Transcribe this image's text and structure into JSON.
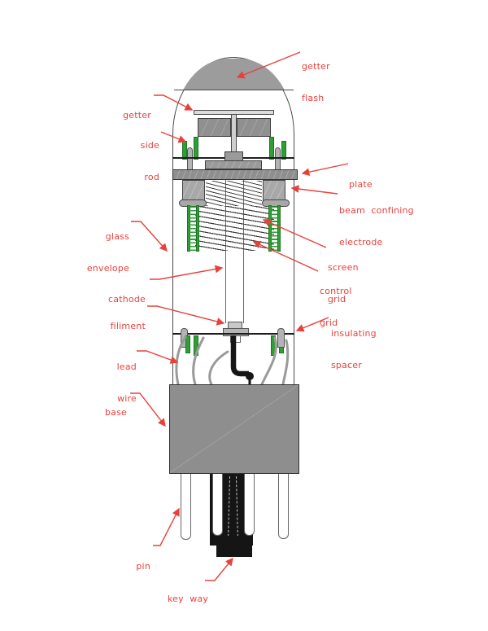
{
  "diagram": {
    "subject": "vacuum tube cutaway",
    "colors": {
      "accent_red": "#e8413c",
      "grid_green": "#2f9e35",
      "metal_gray": "#8f8f8f",
      "getter_flash_gray": "#9c9c9c",
      "key_black": "#151515",
      "outline": "#4a4a4a"
    },
    "labels": {
      "getter_flash": {
        "line1": "getter",
        "line2": "flash"
      },
      "getter": {
        "line1": "getter"
      },
      "side_rod": {
        "line1": "side",
        "line2": "rod"
      },
      "plate": {
        "line1": "plate"
      },
      "beam_confining_electrode": {
        "line1": "beam  confining",
        "line2": "electrode"
      },
      "screen_grid": {
        "line1": "screen",
        "line2": "grid"
      },
      "control_grid": {
        "line1": "control",
        "line2": "grid"
      },
      "glass_envelope": {
        "line1": "glass",
        "line2": "envelope"
      },
      "cathode": {
        "line1": "cathode"
      },
      "filiment": {
        "line1": "filiment"
      },
      "insulating_spacer": {
        "line1": "insulating",
        "line2": "spacer"
      },
      "lead_wire": {
        "line1": "lead",
        "line2": "wire"
      },
      "base": {
        "line1": "base"
      },
      "pin": {
        "line1": "pin"
      },
      "key_way": {
        "line1": "key  way"
      }
    }
  }
}
